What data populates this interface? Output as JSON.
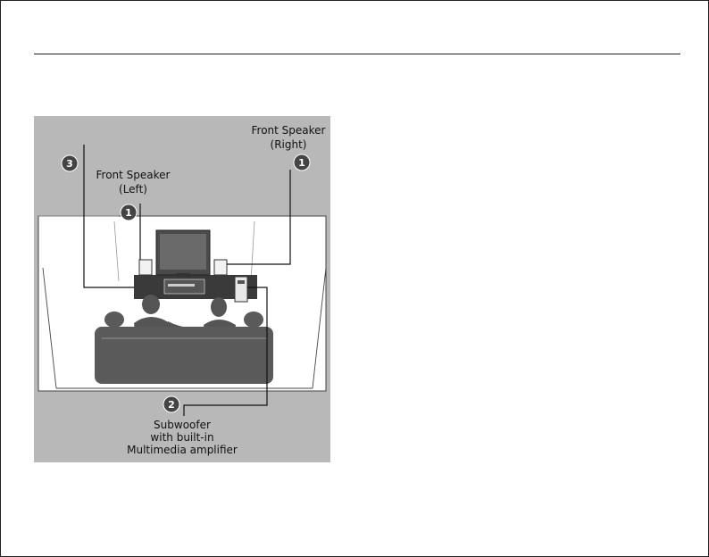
{
  "diagram": {
    "callouts": [
      {
        "number": "1",
        "lines": [
          "Front Speaker",
          "(Right)"
        ]
      },
      {
        "number": "1",
        "lines": [
          "Front Speaker",
          "(Left)"
        ]
      },
      {
        "number": "2",
        "lines": [
          "Subwoofer",
          "with built-in",
          "Multimedia amplifier"
        ]
      },
      {
        "number": "3",
        "lines": []
      }
    ]
  }
}
